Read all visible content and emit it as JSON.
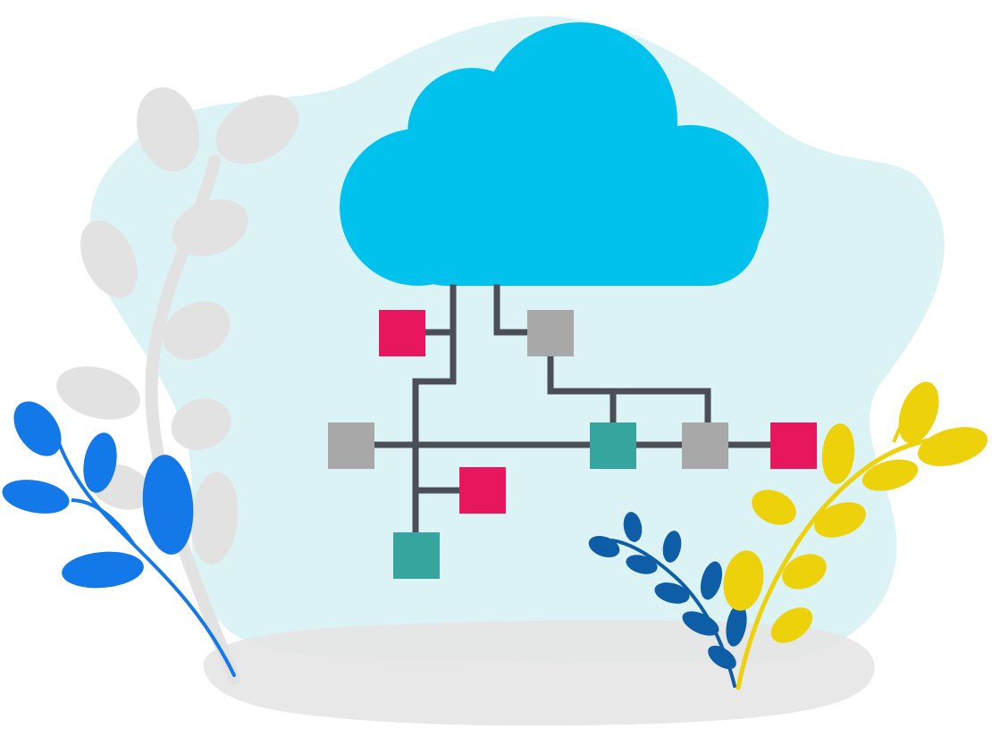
{
  "illustration": {
    "subject": "cloud-network",
    "colors": {
      "background_blob": "#dcf3f6",
      "ground_shadow": "#e6e6e6",
      "cloud": "#00c2ed",
      "connector_line": "#4b4f55",
      "node_pink": "#e8175d",
      "node_gray": "#a8a8a8",
      "node_teal": "#35a59e",
      "plant_gray": "#e2e2e2",
      "plant_blue": "#1378e8",
      "plant_navy": "#0d5ea6",
      "plant_yellow": "#edd10b"
    },
    "nodes": [
      {
        "name": "node-pink-top",
        "color": "pink"
      },
      {
        "name": "node-gray-top",
        "color": "gray"
      },
      {
        "name": "node-gray-left",
        "color": "gray"
      },
      {
        "name": "node-teal-center",
        "color": "teal"
      },
      {
        "name": "node-gray-right",
        "color": "gray"
      },
      {
        "name": "node-pink-right",
        "color": "pink"
      },
      {
        "name": "node-pink-lower",
        "color": "pink"
      },
      {
        "name": "node-teal-bottom",
        "color": "teal"
      }
    ],
    "plants": [
      {
        "name": "gray-leaf-plant",
        "color": "gray"
      },
      {
        "name": "blue-leaf-plant",
        "color": "blue"
      },
      {
        "name": "navy-leaf-plant",
        "color": "navy"
      },
      {
        "name": "yellow-leaf-plant",
        "color": "yellow"
      }
    ]
  }
}
